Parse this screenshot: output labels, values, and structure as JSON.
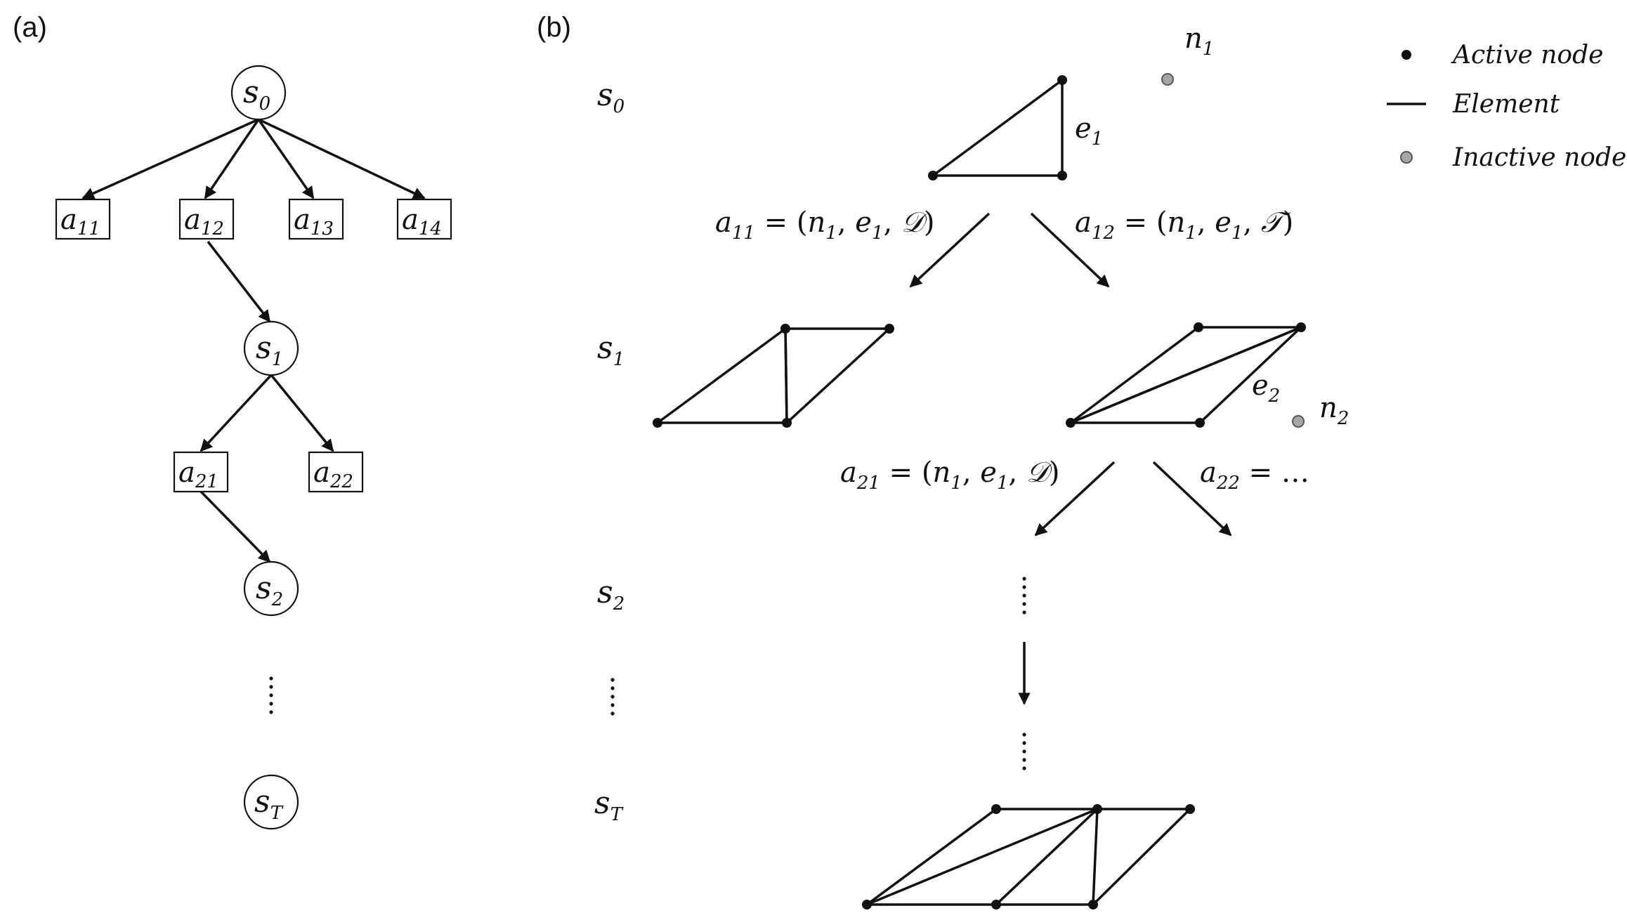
{
  "panel_a": {
    "label": "(a)",
    "states": {
      "s0": {
        "base": "s",
        "sub": "0"
      },
      "s1": {
        "base": "s",
        "sub": "1"
      },
      "s2": {
        "base": "s",
        "sub": "2"
      },
      "sT": {
        "base": "s",
        "sub": "T"
      }
    },
    "actions": {
      "a11": {
        "base": "a",
        "sub": "11"
      },
      "a12": {
        "base": "a",
        "sub": "12"
      },
      "a13": {
        "base": "a",
        "sub": "13"
      },
      "a14": {
        "base": "a",
        "sub": "14"
      },
      "a21": {
        "base": "a",
        "sub": "21"
      },
      "a22": {
        "base": "a",
        "sub": "22"
      }
    },
    "ellipsis": "⋮"
  },
  "panel_b": {
    "label": "(b)",
    "rows": {
      "s0": {
        "base": "s",
        "sub": "0"
      },
      "s1": {
        "base": "s",
        "sub": "1"
      },
      "s2": {
        "base": "s",
        "sub": "2"
      },
      "sT": {
        "base": "s",
        "sub": "T"
      }
    },
    "n1": {
      "base": "n",
      "sub": "1"
    },
    "n2": {
      "base": "n",
      "sub": "2"
    },
    "e1": {
      "base": "e",
      "sub": "1"
    },
    "e2": {
      "base": "e",
      "sub": "2"
    },
    "a11_eq": {
      "lhs": "a",
      "lhs_sub": "11",
      "eq": " = (",
      "n": "n",
      "n_sub": "1",
      "comma1": ", ",
      "e": "e",
      "e_sub": "1",
      "comma2": ", ",
      "type": "𝒟",
      "close": ")"
    },
    "a12_eq": {
      "lhs": "a",
      "lhs_sub": "12",
      "eq": " = (",
      "n": "n",
      "n_sub": "1",
      "comma1": ", ",
      "e": "e",
      "e_sub": "1",
      "comma2": ", ",
      "type": "𝒯",
      "close": ")"
    },
    "a21_eq": {
      "lhs": "a",
      "lhs_sub": "21",
      "eq": " = (",
      "n": "n",
      "n_sub": "1",
      "comma1": ", ",
      "e": "e",
      "e_sub": "1",
      "comma2": ", ",
      "type": "𝒟",
      "close": ")"
    },
    "a22_eq": {
      "lhs": "a",
      "lhs_sub": "22",
      "eq": " =  …"
    },
    "ellipsis": "⋮"
  },
  "legend": {
    "active": "Active node",
    "element": "Element",
    "inactive": "Inactive node"
  },
  "colors": {
    "ink": "#111111",
    "inactive_fill": "#a6a6a6"
  }
}
